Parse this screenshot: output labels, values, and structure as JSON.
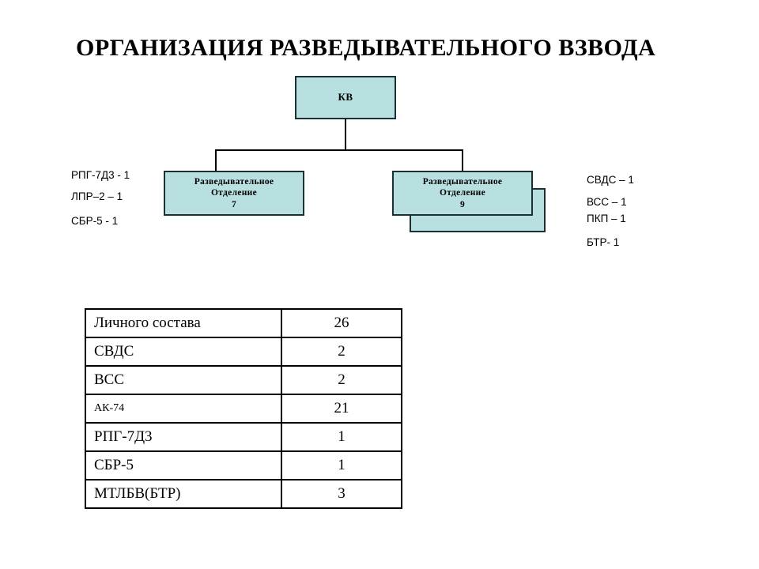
{
  "title": "ОРГАНИЗАЦИЯ РАЗВЕДЫВАТЕЛЬНОГО ВЗВОДА",
  "colors": {
    "node_fill": "#b8e0e0",
    "node_border": "#1b3033",
    "line": "#000000",
    "text": "#000000",
    "table_border": "#000000",
    "background": "#ffffff"
  },
  "org_chart": {
    "root": {
      "label": "КВ"
    },
    "squads": [
      {
        "line1": "Разведывательное",
        "line2": "Отделение",
        "line3": "7"
      },
      {
        "line1": "Разведывательное",
        "line2": "Отделение",
        "line3": "9"
      }
    ]
  },
  "annotations": {
    "left": [
      "РПГ-7Д3  - 1",
      "ЛПР–2 – 1",
      "СБР-5 - 1"
    ],
    "right": [
      "СВДС – 1",
      "ВСС – 1",
      "ПКП – 1",
      "БТР- 1"
    ]
  },
  "summary_table": {
    "rows": [
      {
        "label": "Личного состава",
        "value": "26",
        "small": false
      },
      {
        "label": "СВДС",
        "value": "2",
        "small": false
      },
      {
        "label": "ВСС",
        "value": "2",
        "small": false
      },
      {
        "label": "АК-74",
        "value": "21",
        "small": true
      },
      {
        "label": "РПГ-7Д3",
        "value": "1",
        "small": false
      },
      {
        "label": "СБР-5",
        "value": "1",
        "small": false
      },
      {
        "label": "МТЛБВ(БТР)",
        "value": "3",
        "small": false
      }
    ]
  }
}
